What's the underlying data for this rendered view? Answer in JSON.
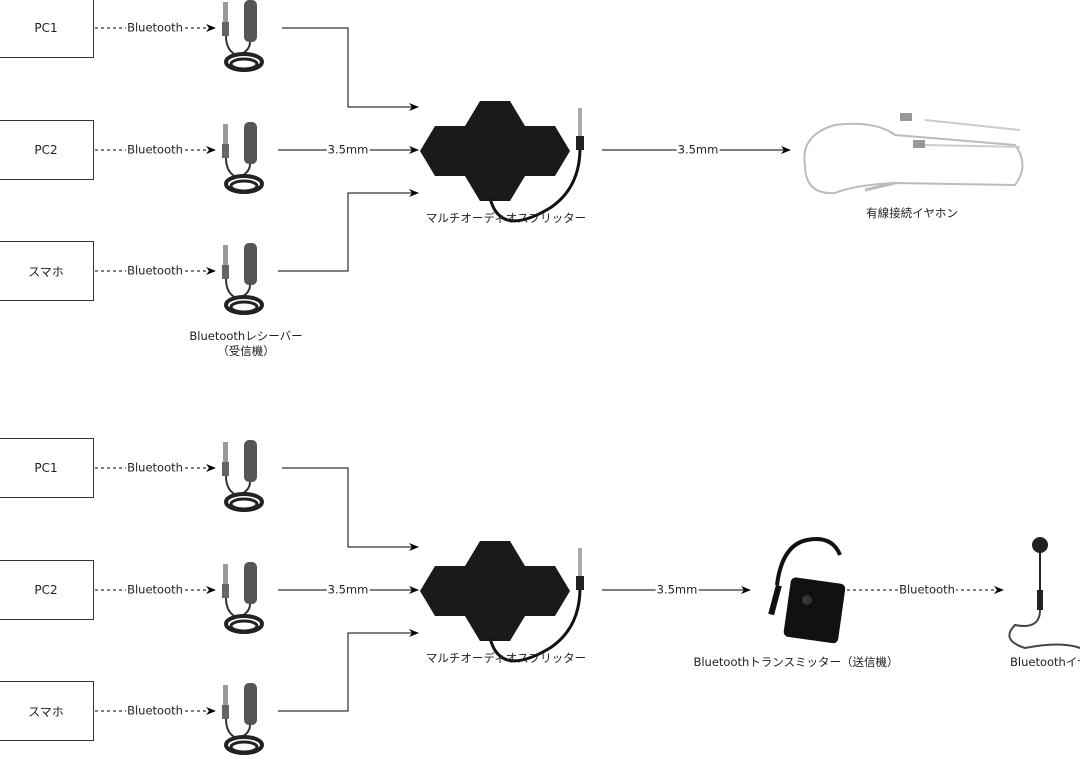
{
  "diagrams": [
    {
      "sources": [
        {
          "label": "PC1"
        },
        {
          "label": "PC2"
        },
        {
          "label": "スマホ"
        }
      ],
      "source_link_label": "Bluetooth",
      "receiver_caption_line1": "Bluetoothレシーバー",
      "receiver_caption_line2": "（受信機）",
      "cable_label": "3.5mm",
      "splitter_caption": "マルチオーディオスプリッター",
      "output_cable_label": "3.5mm",
      "output_caption": "有線接続イヤホン"
    },
    {
      "sources": [
        {
          "label": "PC1"
        },
        {
          "label": "PC2"
        },
        {
          "label": "スマホ"
        }
      ],
      "source_link_label": "Bluetooth",
      "cable_label": "3.5mm",
      "splitter_caption": "マルチオーディオスプリッター",
      "output_cable_label": "3.5mm",
      "transmitter_caption": "Bluetoothトランスミッター（送信機）",
      "final_link_label": "Bluetooth",
      "final_caption": "Bluetoothイヤホン"
    }
  ]
}
